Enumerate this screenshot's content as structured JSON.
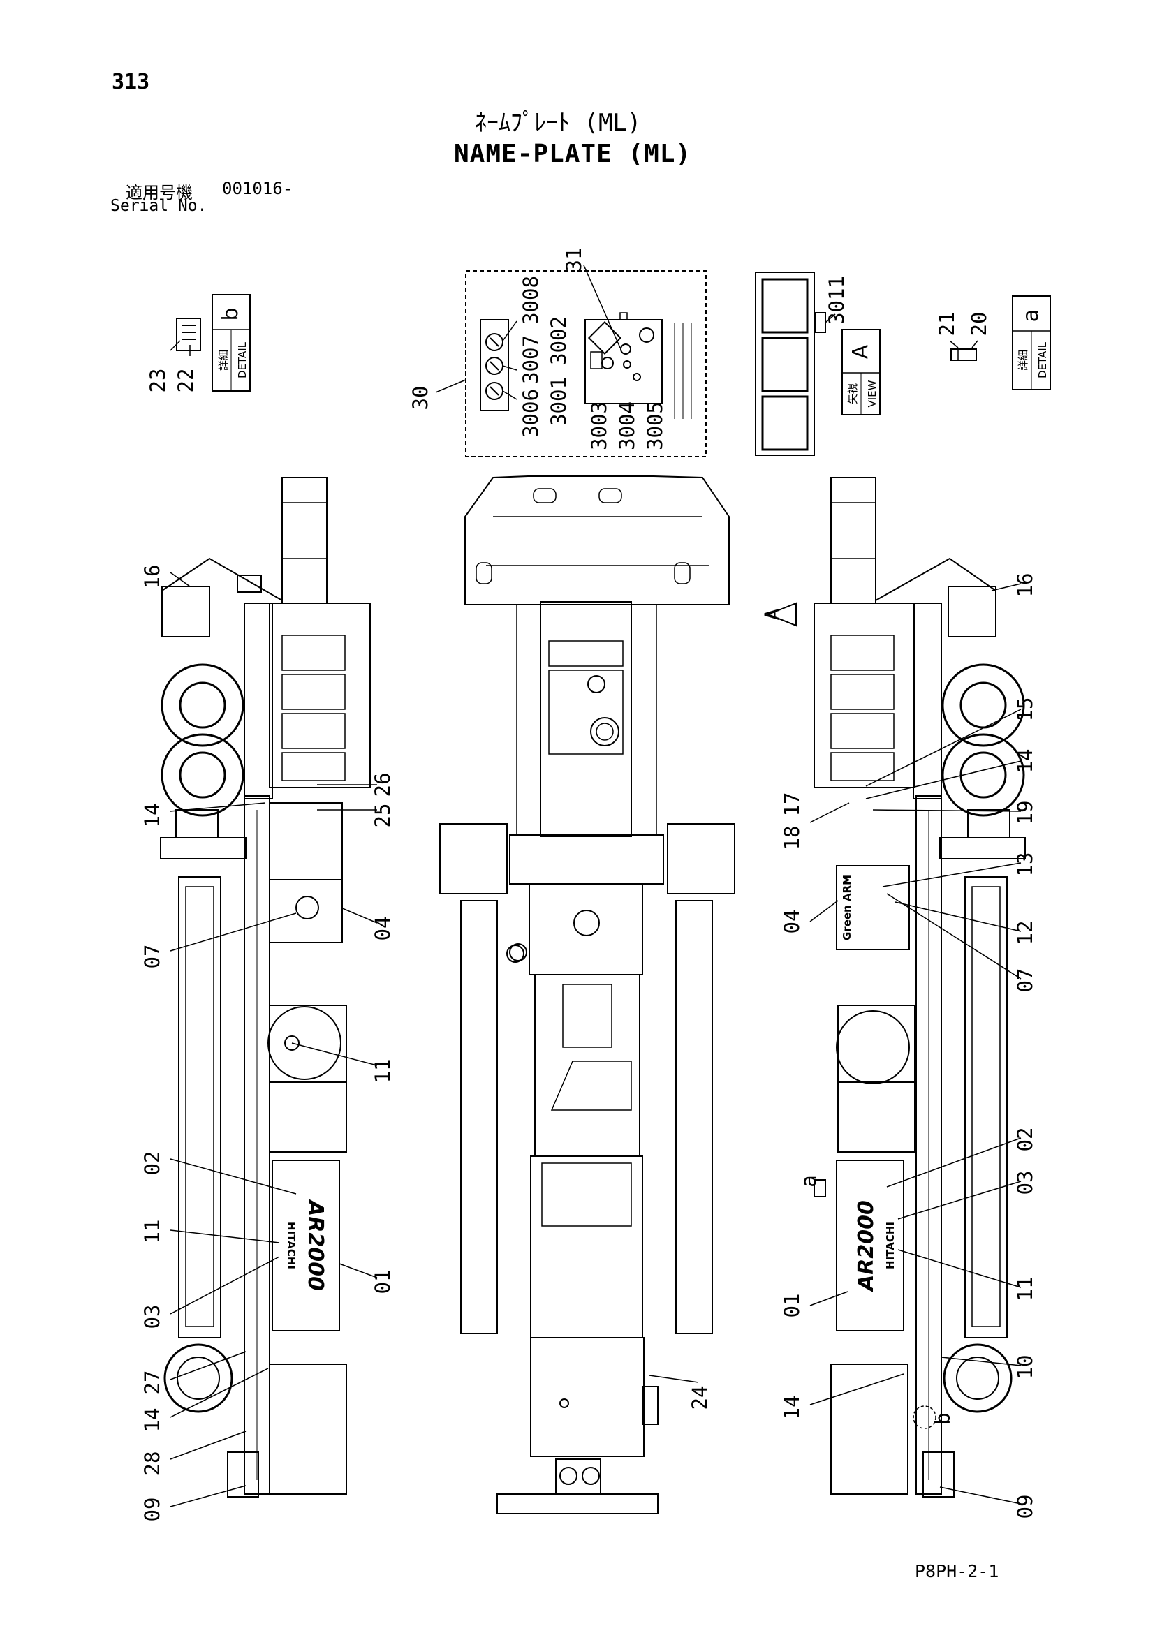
{
  "page": {
    "number": "313",
    "title_ja": "ﾈｰﾑﾌﾟﾚｰﾄ (ML)",
    "title_en": "NAME-PLATE (ML)",
    "serial_label_ja": "適用号機",
    "serial_value": "001016-",
    "serial_label_en": "Serial No.",
    "drawing_code": "P8PH-2-1"
  },
  "detail_box_30": {
    "callouts": [
      "31",
      "3008",
      "3007",
      "3002",
      "3006",
      "3001",
      "3003",
      "3004",
      "3005",
      "30"
    ]
  },
  "view_a_plate": {
    "callout": "3011"
  },
  "labels": {
    "detail_kanji": "詳細",
    "detail_en": "DETAIL",
    "view_kanji": "矢視",
    "view_en": "VIEW",
    "detail_a": "a",
    "detail_b": "b",
    "view_a": "A",
    "plate_brand": "AR2000",
    "plate_maker": "HITACHI",
    "plate_green": "Green ARM"
  },
  "left_view_callouts": [
    "23",
    "22",
    "16",
    "26",
    "25",
    "14",
    "07",
    "04",
    "11",
    "02",
    "11",
    "03",
    "01",
    "27",
    "14",
    "28",
    "09"
  ],
  "center_view_callouts": [
    "24"
  ],
  "right_view_callouts": [
    "21",
    "20",
    "16",
    "15",
    "14",
    "19",
    "18",
    "17",
    "13",
    "04",
    "12",
    "07",
    "02",
    "03",
    "11",
    "01",
    "10",
    "14",
    "09",
    "a",
    "b"
  ]
}
